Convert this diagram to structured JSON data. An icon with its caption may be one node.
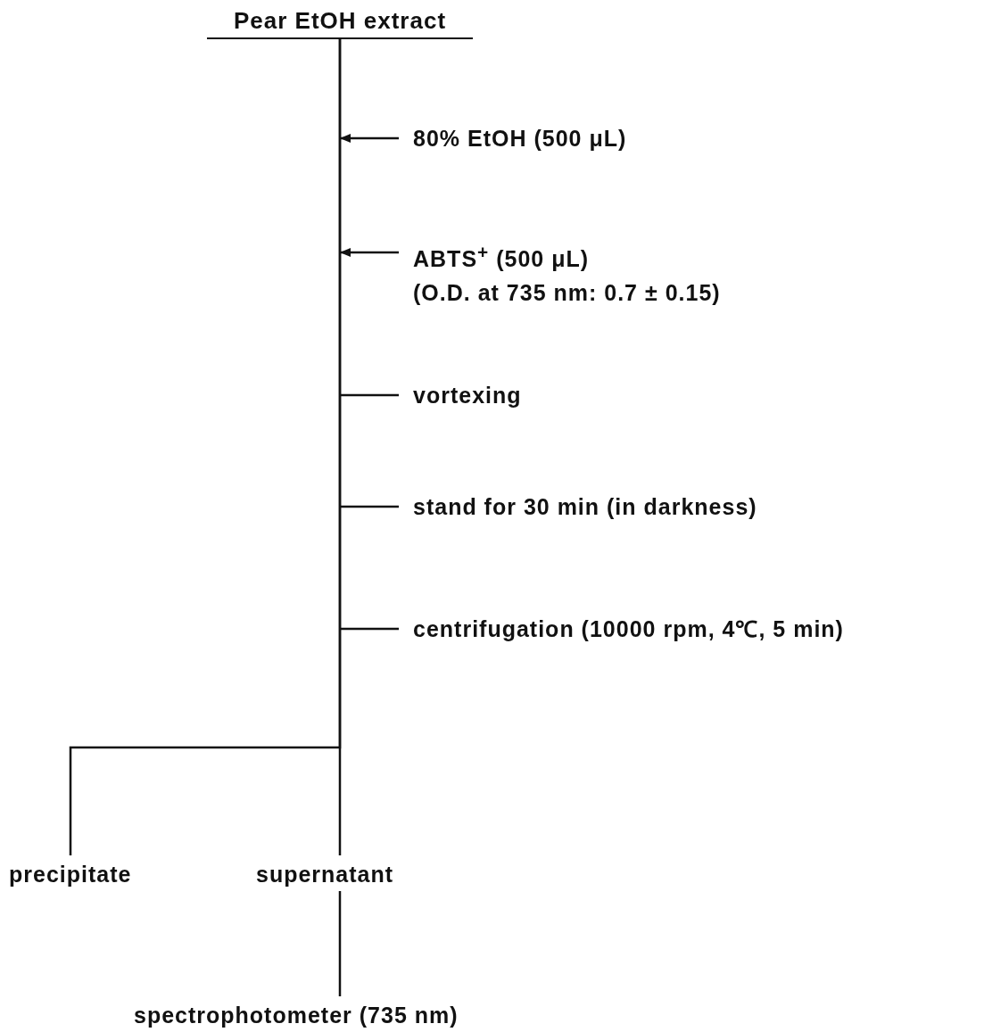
{
  "diagram": {
    "nodes": [
      {
        "text": [
          "Pear EtOH extract"
        ]
      },
      {
        "text": [
          "80% EtOH (500 μL)"
        ]
      },
      {
        "text": [
          "ABTS$^{+}$ (500 μL)",
          "(O.D. at 735 nm: 0.7 ± 0.15)"
        ]
      },
      {
        "text": [
          "vortexing"
        ]
      },
      {
        "text": [
          "stand for 30 min (in darkness)"
        ]
      },
      {
        "text": [
          "centrifugation (10000 rpm, 4℃, 5 min)"
        ]
      },
      {
        "text": [
          "precipitate"
        ]
      },
      {
        "text": [
          "supernatant"
        ]
      },
      {
        "text": [
          "spectrophotometer (735 nm)"
        ]
      }
    ],
    "edges": [
      {
        "from": 0,
        "to": 7,
        "arrow": "none"
      },
      {
        "from": 0,
        "to": 6,
        "arrow": "none"
      },
      {
        "from": 1,
        "to": null,
        "arrow": "to"
      },
      {
        "from": 2,
        "to": null,
        "arrow": "to"
      },
      {
        "from": 3,
        "to": null,
        "arrow": "none"
      },
      {
        "from": 4,
        "to": null,
        "arrow": "none"
      },
      {
        "from": 5,
        "to": null,
        "arrow": "none"
      },
      {
        "from": 7,
        "to": 8,
        "arrow": "none"
      }
    ]
  }
}
